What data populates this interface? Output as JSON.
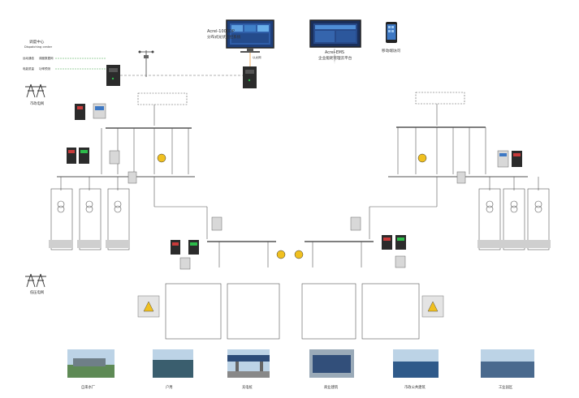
{
  "top": {
    "monitor_title": "Acrel-1000DP",
    "monitor_subtitle": "分布式光伏监控系统",
    "ems_title": "Acrel-EMS",
    "ems_subtitle": "企业能耗管理云平台",
    "mobile_label": "移动端访问",
    "link_label": "以太网"
  },
  "dispatch": {
    "title": "调度中心",
    "subtitle": "Dispatching center",
    "items": [
      "远动通信",
      "调度数据网",
      "电能质量",
      "功率预测"
    ]
  },
  "grid": {
    "city_label": "市政电网",
    "local_label": "低压电网"
  },
  "applications": [
    "自来水厂",
    "户用",
    "充电桩",
    "商业建筑",
    "市政公共建筑",
    "工业园区"
  ],
  "colors": {
    "line": "#555555",
    "green": "#3aa547",
    "device_dark": "#2b2b2b",
    "screen_blue": "#1f3f7a",
    "panel": "#e4e4e4",
    "sky": "#bcd3e6"
  }
}
